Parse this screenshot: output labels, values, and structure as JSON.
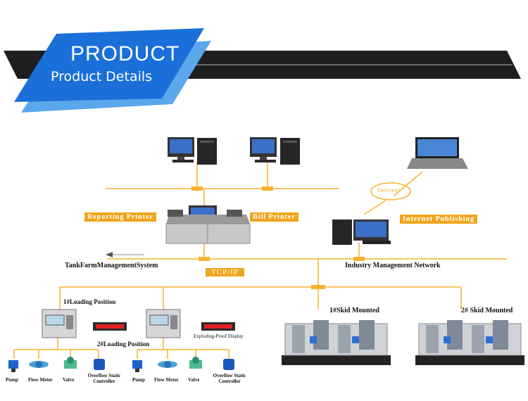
{
  "banner": {
    "title": "PRODUCT",
    "subtitle": "Product Details"
  },
  "labels": {
    "reporting_printer": "Reporting Printer",
    "bill_printer": "Bill Printer",
    "internet_publishing": "Internet Publishing",
    "internet": "Internet",
    "tank_farm": "TankFarmManagementSystem",
    "tcp_ip": "TCP/IP",
    "industry_network": "Industry Management Network",
    "loading_1": "1#Loading Position",
    "loading_2": "2#Loading Position",
    "skid_1": "1#Skid Mounted",
    "skid_2": "2# Skid Mounted",
    "explosion_display": "Exploding-Proof Display"
  },
  "devices_left": [
    "Pump",
    "Flow Meter",
    "Valve",
    "Overflow Static Controller"
  ],
  "devices_right": [
    "Pump",
    "Flow Meter",
    "Valve",
    "Overflow Static Controller"
  ],
  "colors": {
    "line": "#f5b330",
    "banner_blue": "#1a6fd9",
    "banner_dark": "#1e1e1e",
    "label_orange": "#f0a51a"
  }
}
